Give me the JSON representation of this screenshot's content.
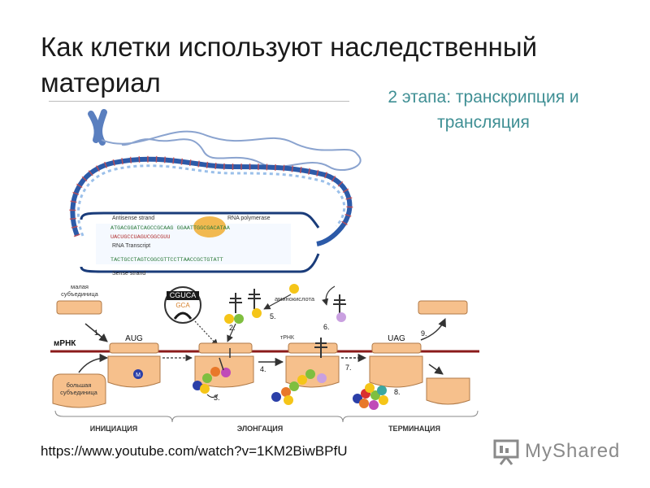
{
  "slide": {
    "title": "Как клетки используют наследственный материал",
    "subtitle": "2 этапа: транскрипция и трансляция",
    "url": "https://www.youtube.com/watch?v=1KM2BiwBPfU"
  },
  "logo": {
    "text": "MyShared",
    "icon": "presentation-board-icon"
  },
  "transcription": {
    "antisense_label": "Antisense strand",
    "polymerase_label": "RNA polymerase",
    "transcript_label": "RNA Transcript",
    "sense_label": "Sense strand",
    "antisense_seq": "ATGACGGATCAGCCGCAAG GGAATTGGCGACATAA",
    "rna_seq": "UACUGCCUAGUCGGCGUU",
    "sense_seq": "TACTGCCTAGTCGGCGTTCCTTAACCGCTGTATT"
  },
  "translation": {
    "small_subunit": [
      "малая",
      "субъединица"
    ],
    "large_subunit": [
      "большая",
      "субъединица"
    ],
    "mrna_label": "мРНК",
    "aminoacid_label": "аминокислота",
    "trna_label": "тРНК",
    "codon_top": "CGUCA",
    "codon_bottom": "GCA",
    "start_codon": "AUG",
    "stop_codon": "UAG",
    "met_label": "M",
    "steps": [
      "1.",
      "2.",
      "3.",
      "4.",
      "5.",
      "6.",
      "7.",
      "8.",
      "9."
    ],
    "phases": [
      "ИНИЦИАЦИЯ",
      "ЭЛОНГАЦИЯ",
      "ТЕРМИНАЦИЯ"
    ]
  },
  "colors": {
    "subtitle": "#3f8f94",
    "ribosome": "#f6c08c",
    "ribosome_stroke": "#b07a48",
    "mrna": "#8b1a1a",
    "dna_blue": "#2c5aa8",
    "chromosome": "#5a7fbf",
    "amino_acids": [
      "#2b3fa8",
      "#7fbf3f",
      "#f5c518",
      "#e8782a",
      "#c04ab8",
      "#d93030",
      "#3aa7a0",
      "#c9a0e0"
    ]
  }
}
